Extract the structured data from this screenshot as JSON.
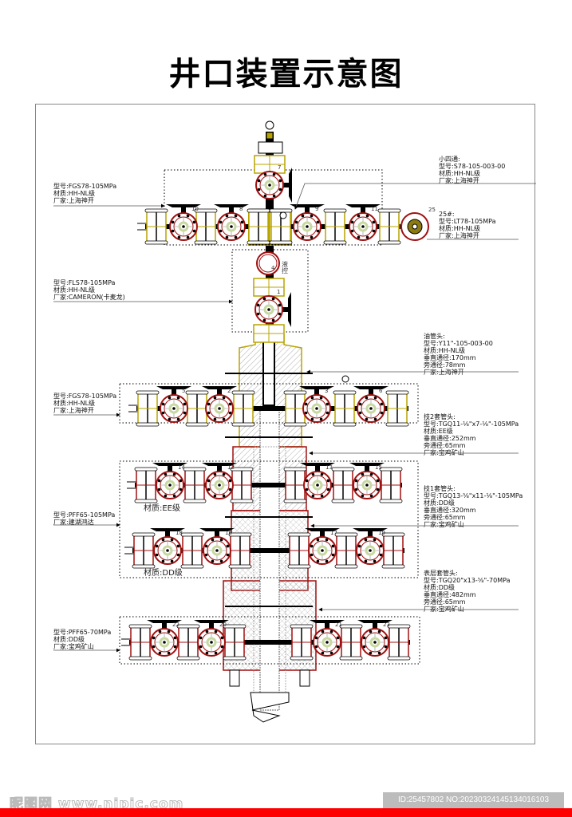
{
  "title": "井口装置示意图",
  "colors": {
    "red": "#a01010",
    "yellow": "#b8a400",
    "green": "#c8d8a0",
    "footer_bar": "#ff0000"
  },
  "left_annotations": [
    {
      "lines": [
        "型号:FGS78-105MPa",
        "材质:HH-NL级",
        "厂家:上海神开"
      ]
    },
    {
      "lines": [
        "型号:FLS78-105MPa",
        "材质:HH-NL级",
        "厂家:CAMERON(卡麦龙)"
      ]
    },
    {
      "lines": [
        "型号:FGS78-105MPa",
        "材质:HH-NL级",
        "厂家:上海神开"
      ]
    },
    {
      "lines": [
        "型号:PFF65-105MPa",
        "厂家:建湖鸿达"
      ]
    },
    {
      "lines": [
        "型号:PFF65-70MPa",
        "材质:DD级",
        "厂家:宝鸡矿山"
      ]
    }
  ],
  "right_annotations": [
    {
      "lines": [
        "小四通:",
        "型号:S78-105-003-00",
        "材质:HH-NL级",
        "厂家:上海神开"
      ]
    },
    {
      "lines": [
        "25#:",
        "型号:LT78-105MPa",
        "材质:HH-NL级",
        "厂家:上海神开"
      ]
    },
    {
      "lines": [
        "油管头:",
        "型号:Y11\"-105-003-00",
        "材质:HH-NL级",
        "垂直通径:170mm",
        "旁通径:78mm",
        "厂家:上海神开"
      ]
    },
    {
      "lines": [
        "技2套管头:",
        "型号:TGQ11-⅛\"x7-⅛\"-105MPa",
        "材质:EE级",
        "垂直通径:252mm",
        "旁通径:65mm",
        "厂家:宝鸡矿山"
      ]
    },
    {
      "lines": [
        "技1套管头:",
        "型号:TGQ13-⅝\"x11-⅛\"-105MPa",
        "材质:DD级",
        "垂直通径:320mm",
        "旁通径:65mm",
        "厂家:宝鸡矿山"
      ]
    },
    {
      "lines": [
        "表层套管头:",
        "型号:TGQ20\"x13-⅝\"-70MPa",
        "材质:DD级",
        "垂直通径:482mm",
        "旁通径:65mm",
        "厂家:宝鸡矿山"
      ]
    }
  ],
  "valve_numbers": {
    "christmas_top": "7",
    "christmas_row": [
      "10",
      "8",
      "9",
      "11"
    ],
    "choke": "25",
    "hydraulic": "4",
    "master": "1",
    "tubing_row": [
      "5",
      "2",
      "3",
      "6"
    ],
    "casing2_row": [
      "14",
      "12",
      "13",
      "15"
    ],
    "casing1_row": [
      "18",
      "16",
      "17",
      "19"
    ],
    "surface_row": [
      "22",
      "20",
      "21",
      "23"
    ]
  },
  "labels": {
    "hydraulic": "液控",
    "material_ee": "材质:EE级",
    "material_dd": "材质:DD级"
  },
  "footer": {
    "logo": "昵图网 www.nipic.com",
    "id": "ID:25457802 NO:20230324145134016103"
  }
}
